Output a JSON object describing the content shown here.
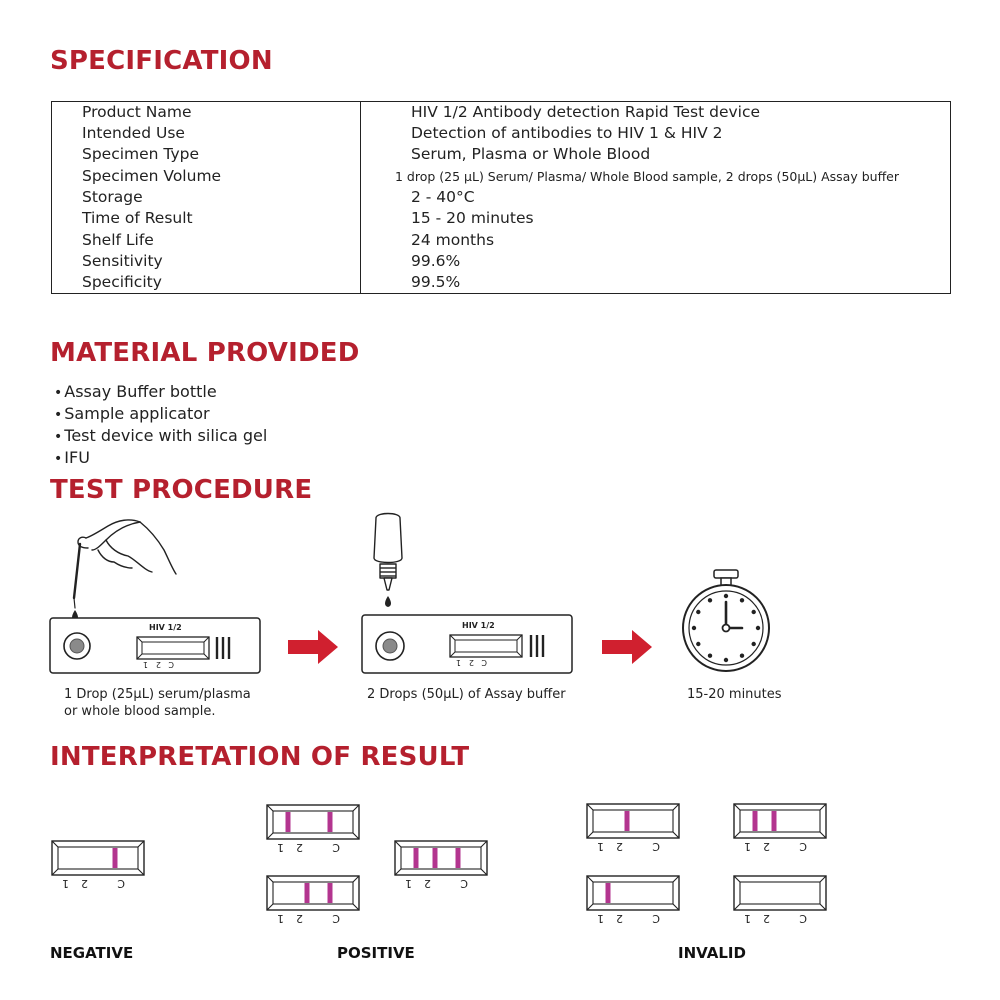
{
  "headings": {
    "specification": "SPECIFICATION",
    "material": "MATERIAL PROVIDED",
    "procedure": "TEST PROCEDURE",
    "interpretation": "INTERPRETATION OF RESULT"
  },
  "spec_rows": [
    {
      "label": "Product Name",
      "value": "HIV 1/2 Antibody detection Rapid Test device"
    },
    {
      "label": "Intended Use",
      "value": "Detection of antibodies to HIV 1 & HIV 2"
    },
    {
      "label": "Specimen Type",
      "value": "Serum, Plasma or Whole Blood"
    },
    {
      "label": "Specimen Volume",
      "value": "1 drop (25 µL) Serum/ Plasma/ Whole Blood sample, 2 drops (50µL) Assay buffer"
    },
    {
      "label": "Storage",
      "value": "2 - 40°C"
    },
    {
      "label": "Time of Result",
      "value": "15 - 20 minutes"
    },
    {
      "label": "Shelf Life",
      "value": "24 months"
    },
    {
      "label": "Sensitivity",
      "value": "99.6%"
    },
    {
      "label": "Specificity",
      "value": "99.5%"
    }
  ],
  "materials": [
    "Assay Buffer bottle",
    "Sample applicator",
    "Test device with silica gel",
    "IFU"
  ],
  "procedure": {
    "device_title": "HIV 1/2",
    "window_labels": [
      "1",
      "2",
      "C"
    ],
    "step1_line1": "1 Drop (25µL) serum/plasma",
    "step1_line2": "or whole blood sample.",
    "step2": "2 Drops (50µL)  of Assay buffer",
    "step3": "15-20 minutes"
  },
  "results": {
    "window_labels": [
      "1",
      "2",
      "C"
    ],
    "negative_label": "NEGATIVE",
    "positive_label": "POSITIVE",
    "invalid_label": "INVALID",
    "line_color": "#b3358f",
    "accent_color": "#d0202f"
  }
}
